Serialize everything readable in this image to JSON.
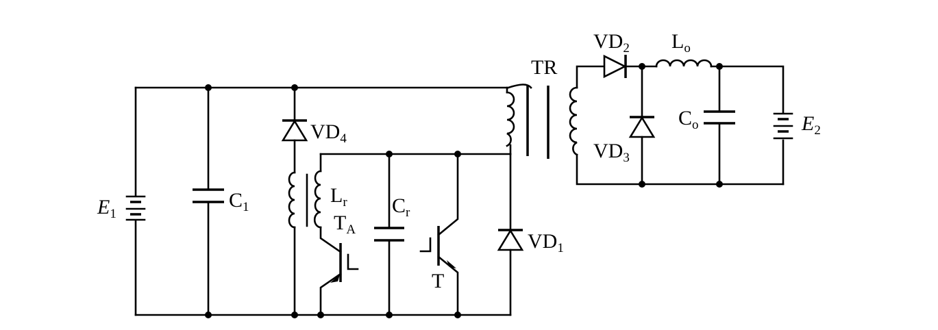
{
  "labels": {
    "E1": {
      "main": "E",
      "sub": "1"
    },
    "C1": {
      "main": "C",
      "sub": "1"
    },
    "VD4": {
      "main": "VD",
      "sub": "4"
    },
    "Lr": {
      "main": "L",
      "sub": "r"
    },
    "TA": {
      "main": "T",
      "sub": "A"
    },
    "Cr": {
      "main": "C",
      "sub": "r"
    },
    "T": {
      "main": "T"
    },
    "VD1": {
      "main": "VD",
      "sub": "1"
    },
    "TR": {
      "main": "TR"
    },
    "VD2": {
      "main": "VD",
      "sub": "2"
    },
    "Lo": {
      "main": "L",
      "sub": "o"
    },
    "VD3": {
      "main": "VD",
      "sub": "3"
    },
    "Co": {
      "main": "C",
      "sub": "o"
    },
    "E2": {
      "main": "E",
      "sub": "2"
    }
  }
}
